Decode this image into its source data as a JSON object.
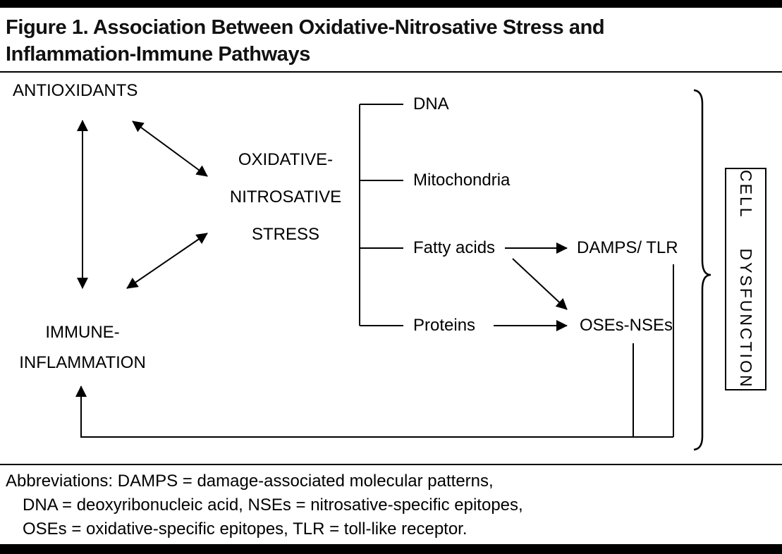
{
  "title": {
    "line1": "Figure 1. Association Between Oxidative-Nitrosative Stress and",
    "line2": "Inflammation-Immune Pathways"
  },
  "diagram": {
    "antioxidants": "ANTIOXIDANTS",
    "stress_line1": "OXIDATIVE-",
    "stress_line2": "NITROSATIVE",
    "stress_line3": "STRESS",
    "immune_line1": "IMMUNE-",
    "immune_line2": "INFLAMMATION",
    "targets": [
      "DNA",
      "Mitochondria",
      "Fatty acids",
      "Proteins"
    ],
    "damps_tlr": "DAMPS/ TLR",
    "oses_nses": "OSEs-NSEs",
    "cell_dysfunction": "CELL  DYSFUNCTION"
  },
  "abbreviations": {
    "line1": "Abbreviations: DAMPS = damage-associated molecular patterns,",
    "line2": "DNA = deoxyribonucleic acid, NSEs = nitrosative-specific epitopes,",
    "line3": "OSEs = oxidative-specific epitopes, TLR = toll-like receptor."
  },
  "colors": {
    "ink": "#000000",
    "background": "#ffffff"
  }
}
